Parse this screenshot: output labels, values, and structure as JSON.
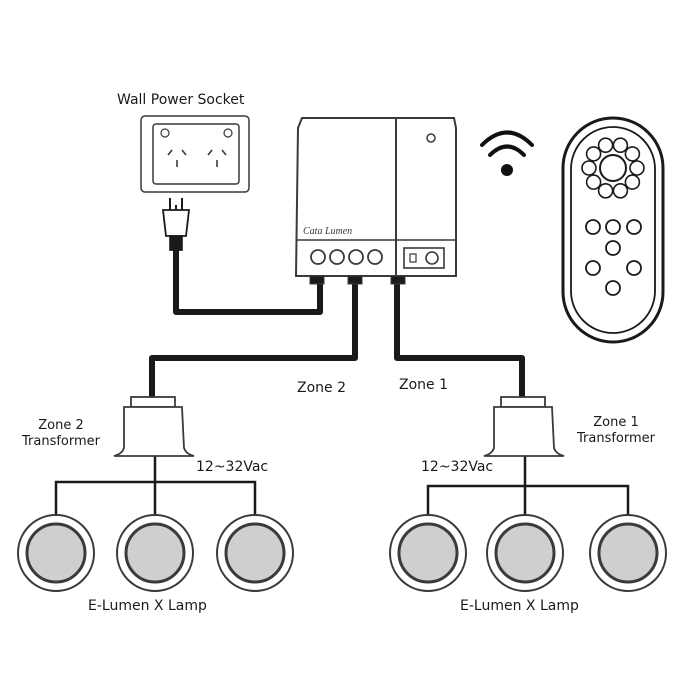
{
  "labels": {
    "wall_socket": "Wall Power Socket",
    "zone2": "Zone 2",
    "zone1": "Zone 1",
    "zone2_transformer_line1": "Zone 2",
    "zone2_transformer_line2": "Transformer",
    "zone1_transformer_line1": "Zone 1",
    "zone1_transformer_line2": "Transformer",
    "voltage_left": "12~32Vac",
    "voltage_right": "12~32Vac",
    "lamp_left": "E-Lumen X Lamp",
    "lamp_right": "E-Lumen X Lamp"
  },
  "controller_brand": "Cata Lumen",
  "colors": {
    "line": "#1a1a1a",
    "outline": "#3a3a3a",
    "lamp_fill": "#cfcfcf",
    "wifi": "#111111"
  },
  "icons": [
    "wall-socket-icon",
    "plug-icon",
    "controller-icon",
    "wireless-signal-icon",
    "remote-control-icon",
    "transformer-icon",
    "lamp-icon"
  ]
}
